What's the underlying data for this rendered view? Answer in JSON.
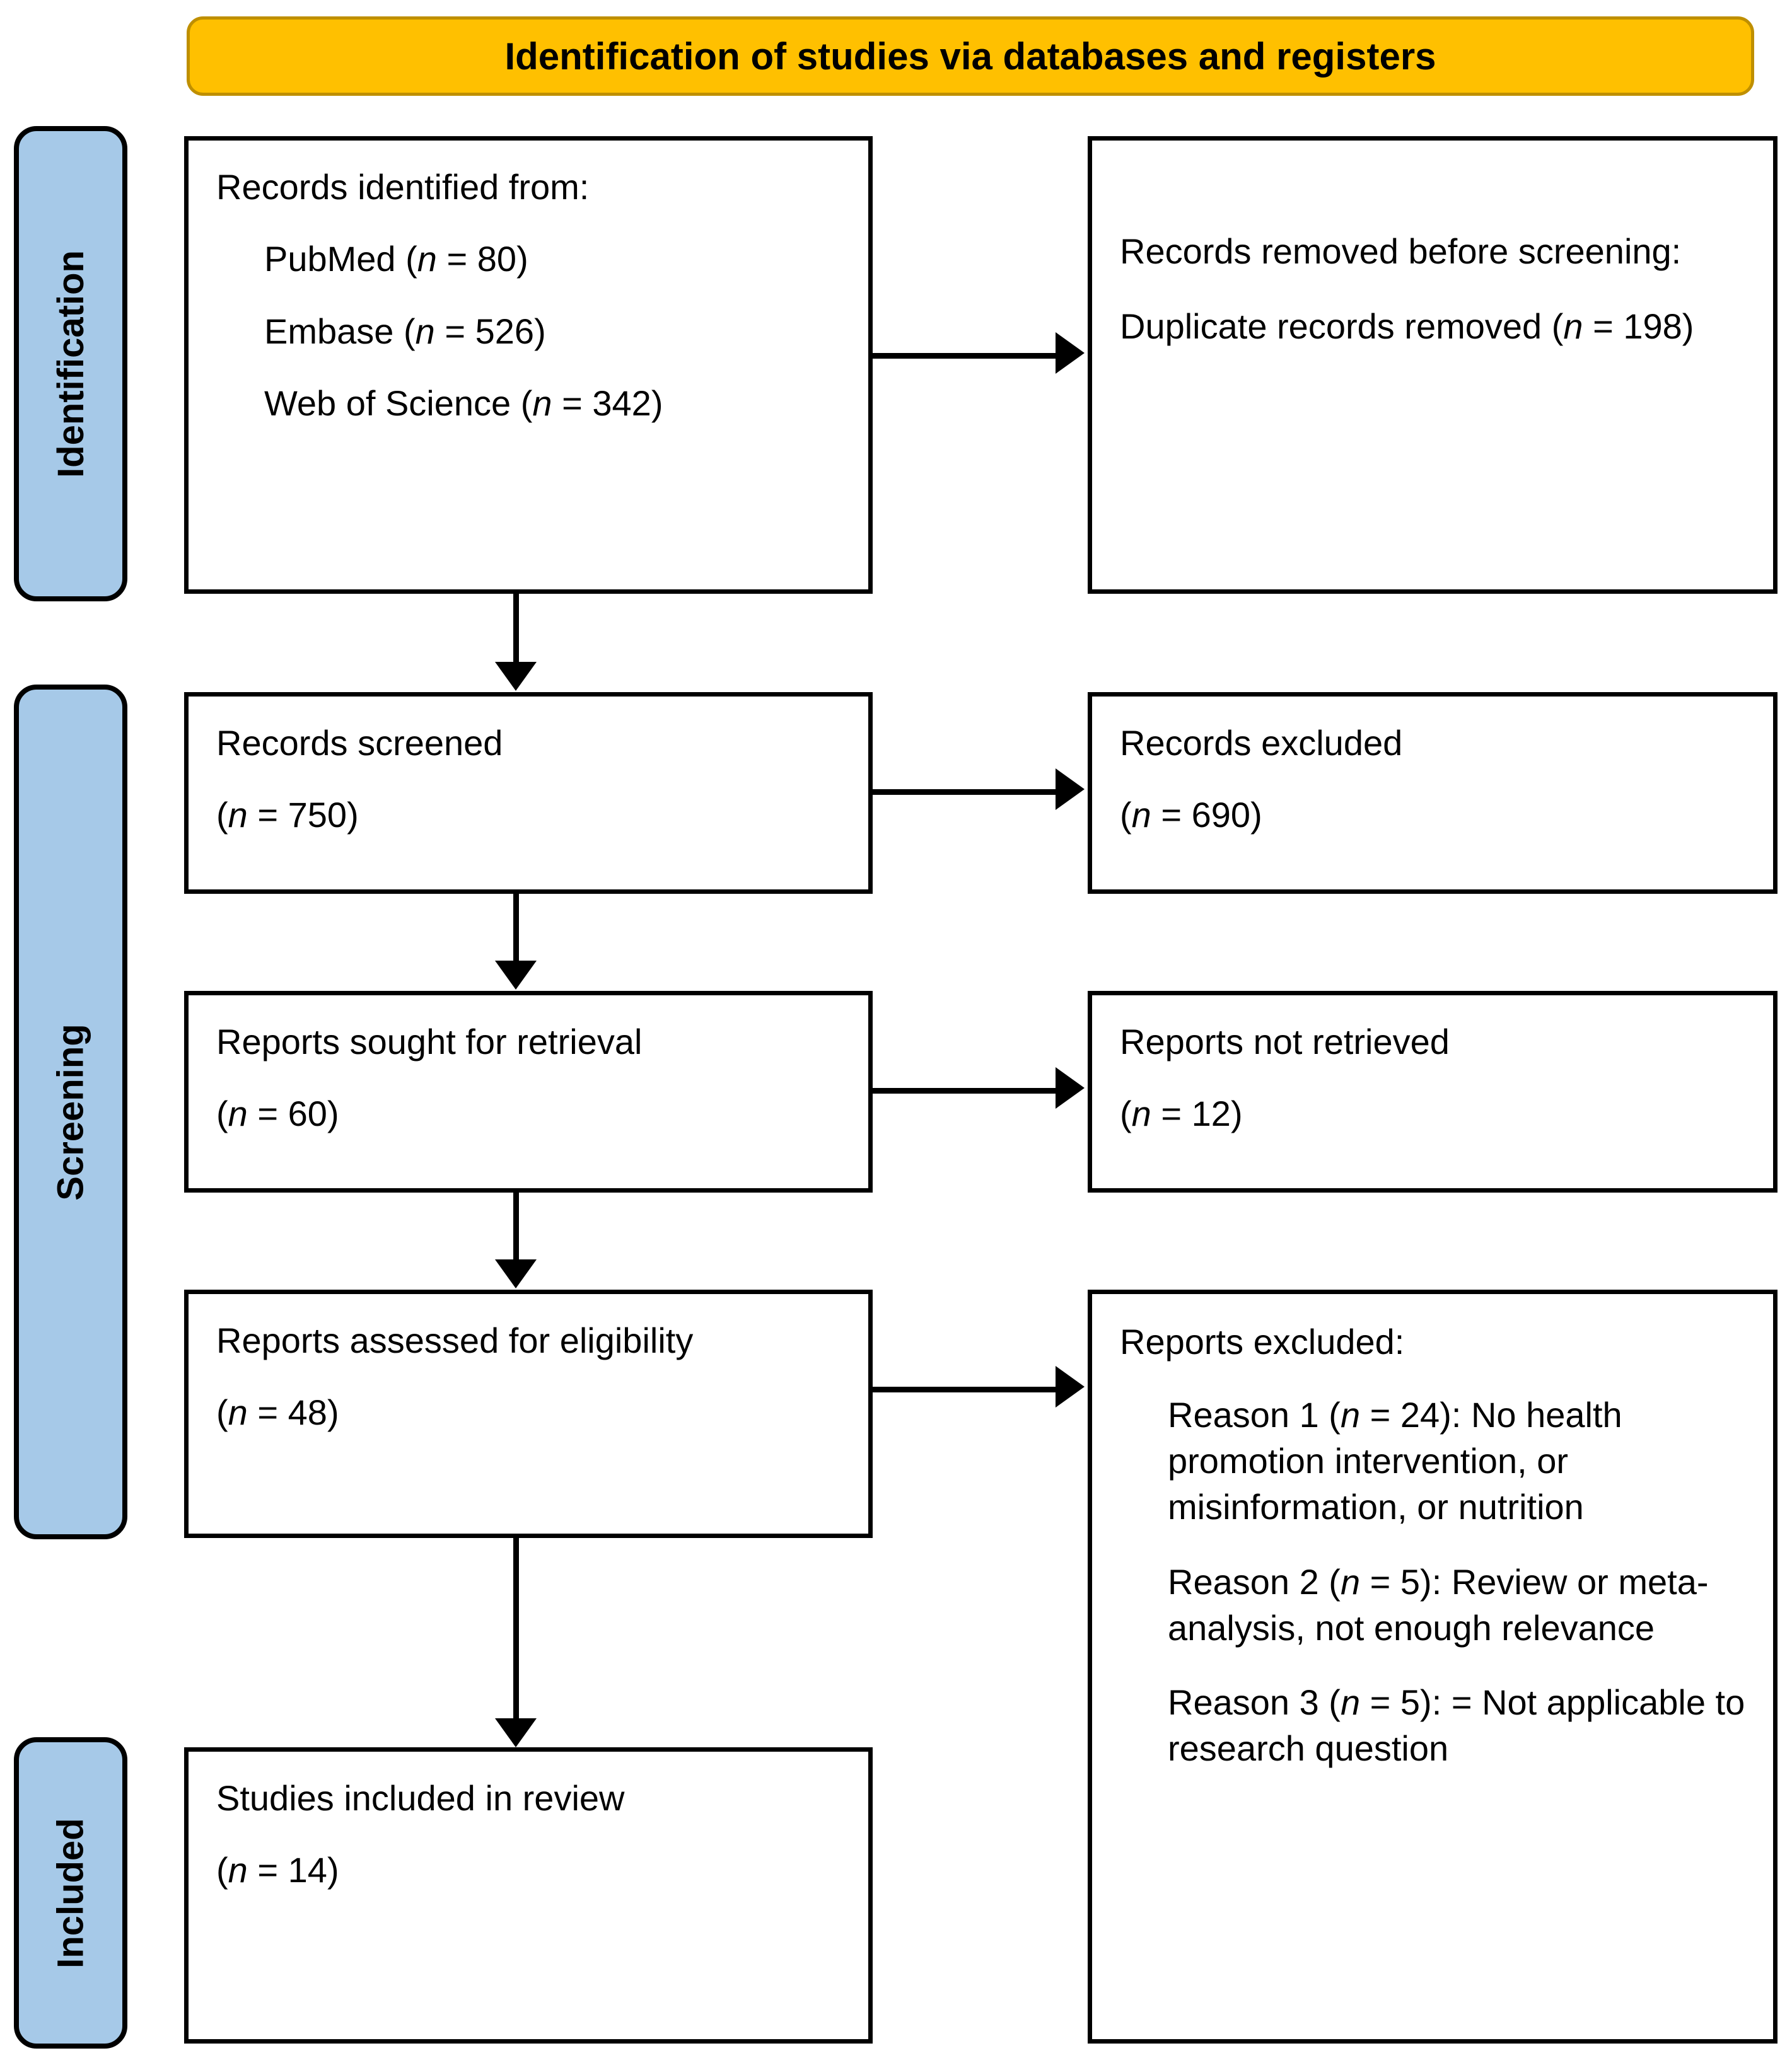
{
  "banner": {
    "title": "Identification of studies via databases and registers",
    "fill_color": "#FFC000",
    "border_color": "#BF8F00"
  },
  "stages": [
    {
      "label": "Identification",
      "fill_color": "#A6C9E8"
    },
    {
      "label": "Screening",
      "fill_color": "#A6C9E8"
    },
    {
      "label": "Included",
      "fill_color": "#A6C9E8"
    }
  ],
  "boxes": {
    "records_identified": {
      "heading": "Records identified from:",
      "sources": [
        {
          "name": "PubMed",
          "count_text": "(n = 80)",
          "n": 80
        },
        {
          "name": "Embase",
          "count_text": "(n = 526)",
          "n": 526
        },
        {
          "name": "Web of Science",
          "count_text": "(n = 342)",
          "n": 342
        }
      ]
    },
    "records_removed": {
      "heading": "Records removed before screening:",
      "detail": "Duplicate records removed (n = 198)",
      "detail_prefix": "Duplicate records removed (",
      "detail_suffix": " = 198)",
      "n": 198
    },
    "records_screened": {
      "label": "Records screened",
      "count_text": "(n = 750)",
      "n": 750
    },
    "records_excluded": {
      "label": "Records excluded",
      "count_text": "(n = 690)",
      "n": 690
    },
    "reports_sought": {
      "label": "Reports sought for retrieval",
      "count_text": "(n = 60)",
      "n": 60
    },
    "reports_not_retrieved": {
      "label": "Reports not retrieved",
      "count_text": "(n = 12)",
      "n": 12
    },
    "reports_assessed": {
      "label": "Reports assessed for eligibility",
      "count_text": "(n = 48)",
      "n": 48
    },
    "reports_excluded": {
      "heading": "Reports excluded:",
      "reasons": [
        {
          "label": "Reason 1",
          "count_prefix": "Reason 1 (",
          "count_suffix": " = 24): No health promotion intervention, or misinformation, or nutrition",
          "n": 24
        },
        {
          "label": "Reason 2",
          "count_prefix": "Reason 2 (",
          "count_suffix": " = 5): Review or meta-analysis, not enough relevance",
          "n": 5
        },
        {
          "label": "Reason 3",
          "count_prefix": "Reason 3 (",
          "count_suffix": " = 5):  = Not applicable to research question",
          "n": 5
        }
      ]
    },
    "studies_included": {
      "label": " Studies included in review",
      "count_text": "(n = 14)",
      "n": 14
    }
  },
  "symbols": {
    "n_italic": "n",
    "equals": "="
  }
}
